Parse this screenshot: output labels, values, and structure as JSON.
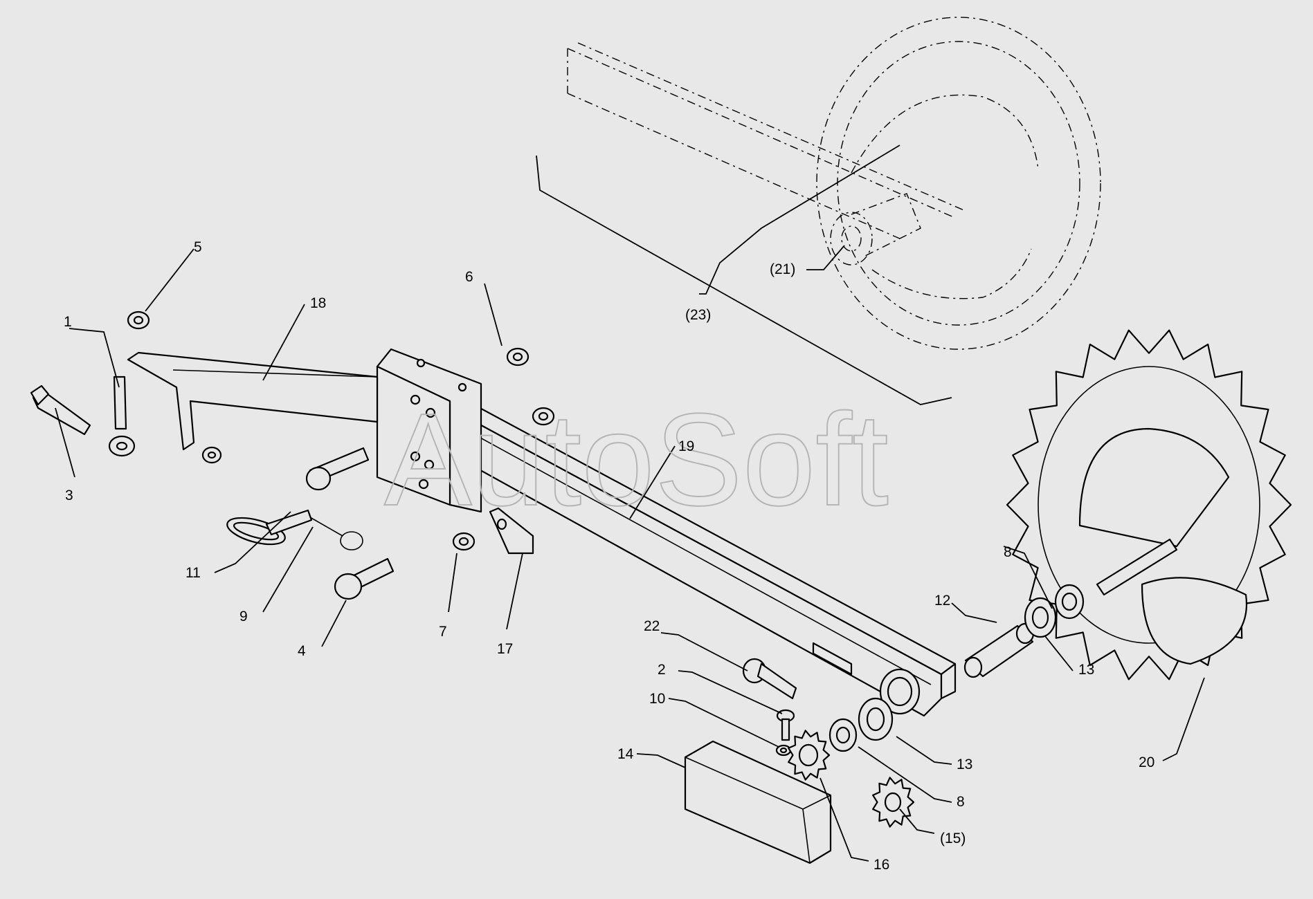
{
  "watermark": "AutoSoft",
  "callouts": {
    "c1": "1",
    "c2": "2",
    "c3": "3",
    "c4": "4",
    "c5": "5",
    "c6": "6",
    "c7": "7",
    "c8a": "8",
    "c8b": "8",
    "c9": "9",
    "c10": "10",
    "c11": "11",
    "c12": "12",
    "c13a": "13",
    "c13b": "13",
    "c14": "14",
    "c15": "(15)",
    "c16": "16",
    "c17": "17",
    "c18": "18",
    "c19": "19",
    "c20": "20",
    "c21": "(21)",
    "c22": "22",
    "c23": "(23)"
  }
}
